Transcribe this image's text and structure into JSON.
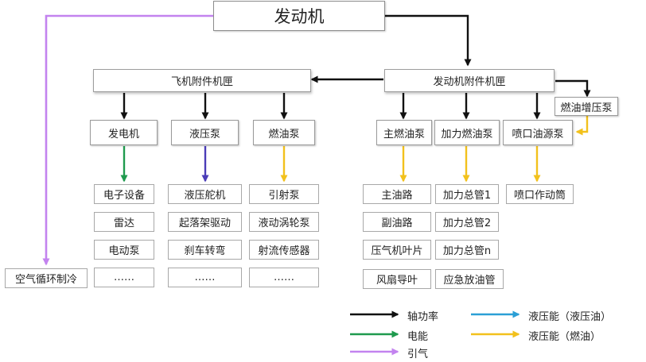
{
  "diagram": {
    "top": {
      "engine": "发动机"
    },
    "gearboxes": {
      "aircraft": "飞机附件机匣",
      "engine": "发动机附件机匣",
      "fuel_booster": "燃油增压泵"
    },
    "aircraft_accessories": {
      "generator": {
        "label": "发电机",
        "items": [
          "电子设备",
          "雷达",
          "电动泵",
          "……"
        ]
      },
      "hydraulic_pump": {
        "label": "液压泵",
        "items": [
          "液压舵机",
          "起落架驱动",
          "刹车转弯",
          "……"
        ]
      },
      "fuel_pump": {
        "label": "燃油泵",
        "items": [
          "引射泵",
          "液动涡轮泵",
          "射流传感器",
          "……"
        ]
      }
    },
    "engine_accessories": {
      "main_fuel_pump": {
        "label": "主燃油泵",
        "items": [
          "主油路",
          "副油路",
          "压气机叶片",
          "风扇导叶"
        ]
      },
      "afterburner_pump": {
        "label": "加力燃油泵",
        "items": [
          "加力总管1",
          "加力总管2",
          "加力总管n",
          "应急放油管"
        ]
      },
      "nozzle_pump": {
        "label": "喷口油源泵",
        "items": [
          "喷口作动筒"
        ]
      }
    },
    "bleed_air_target": "空气循环制冷"
  },
  "legend": {
    "shaft_power": "轴功率",
    "electric": "电能",
    "bleed_air": "引气",
    "hydraulic_oil": "液压能（液压油）",
    "hydraulic_fuel": "液压能（燃油）"
  },
  "colors": {
    "shaft_power": "#111111",
    "electric": "#1f9a4e",
    "bleed_air": "#c383ef",
    "hydraulic_oil": "#2b9fd6",
    "hydraulic_fuel": "#f2c11c",
    "hydraulic_purple_arrow": "#4b3db8"
  }
}
